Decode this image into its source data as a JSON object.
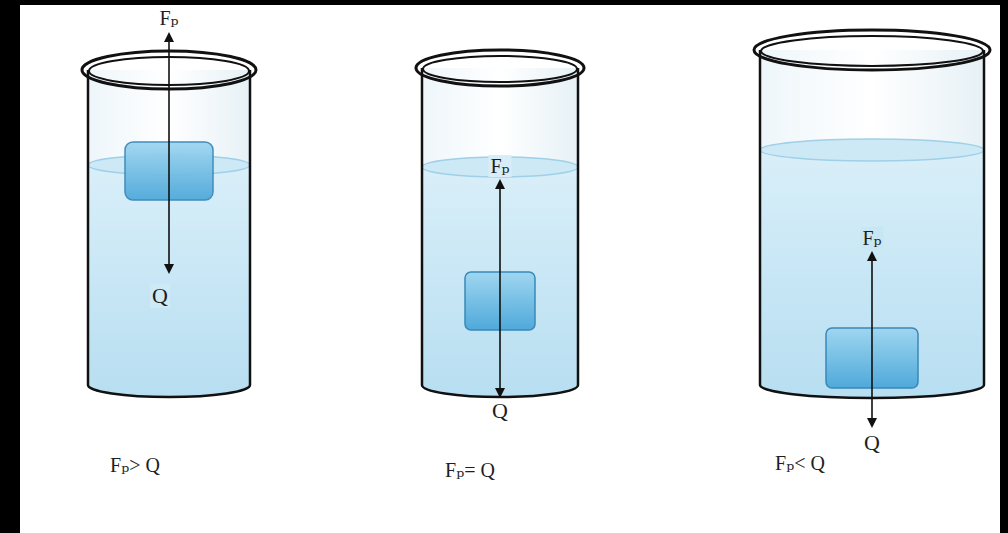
{
  "diagram": {
    "labels": [
      "Fₚ",
      "Q",
      "Fₚ> Q",
      "Fₚ",
      "Q",
      "Fₚ= Q",
      "Fₚ",
      "Q",
      "Fₚ< Q"
    ]
  }
}
